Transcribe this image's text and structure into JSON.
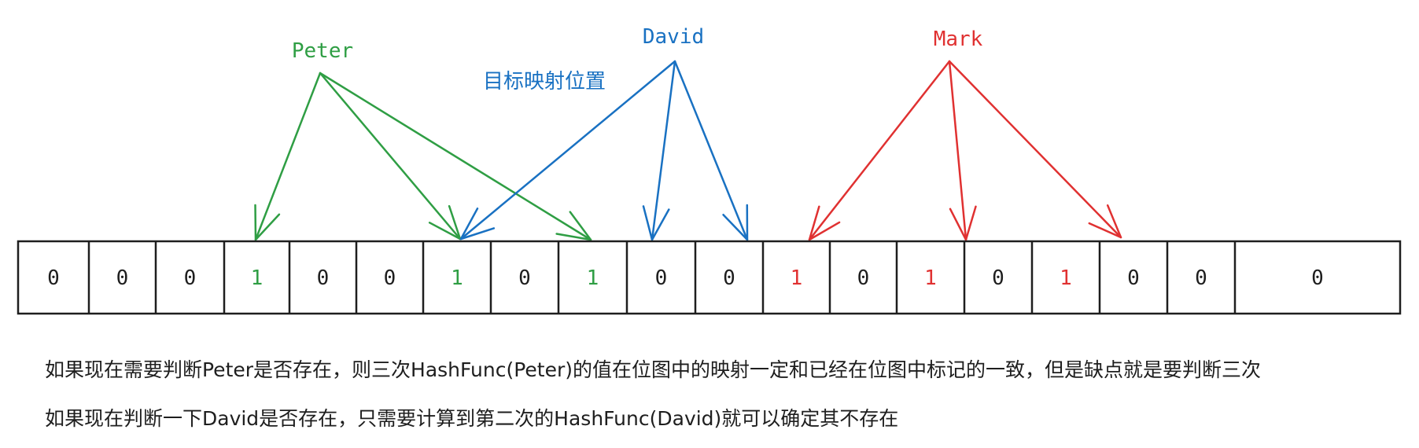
{
  "colors": {
    "Peter": "#2f9e44",
    "David": "#1971c2",
    "Mark": "#e03131",
    "default": "#1e1e1e"
  },
  "bits": [
    {
      "value": "0"
    },
    {
      "value": "0"
    },
    {
      "value": "0"
    },
    {
      "value": "1",
      "owner": "Peter"
    },
    {
      "value": "0"
    },
    {
      "value": "0"
    },
    {
      "value": "1",
      "owner": "Peter"
    },
    {
      "value": "0"
    },
    {
      "value": "1",
      "owner": "Peter"
    },
    {
      "value": "0"
    },
    {
      "value": "0"
    },
    {
      "value": "1",
      "owner": "Mark"
    },
    {
      "value": "0"
    },
    {
      "value": "1",
      "owner": "Mark"
    },
    {
      "value": "0"
    },
    {
      "value": "1",
      "owner": "Mark"
    },
    {
      "value": "0"
    },
    {
      "value": "0"
    },
    {
      "value": "0"
    }
  ],
  "keys": [
    {
      "name": "Peter",
      "targets": [
        3,
        6,
        8
      ]
    },
    {
      "name": "David",
      "targets": [
        6,
        9,
        10
      ]
    },
    {
      "name": "Mark",
      "targets": [
        11,
        13,
        15
      ]
    }
  ],
  "annotation": "目标映射位置",
  "description": [
    "如果现在需要判断Peter是否存在，则三次HashFunc(Peter)的值在位图中的映射一定和已经在位图中标记的一致，但是缺点就是要判断三次",
    "如果现在判断一下David是否存在，只需要计算到第二次的HashFunc(David)就可以确定其不存在"
  ]
}
